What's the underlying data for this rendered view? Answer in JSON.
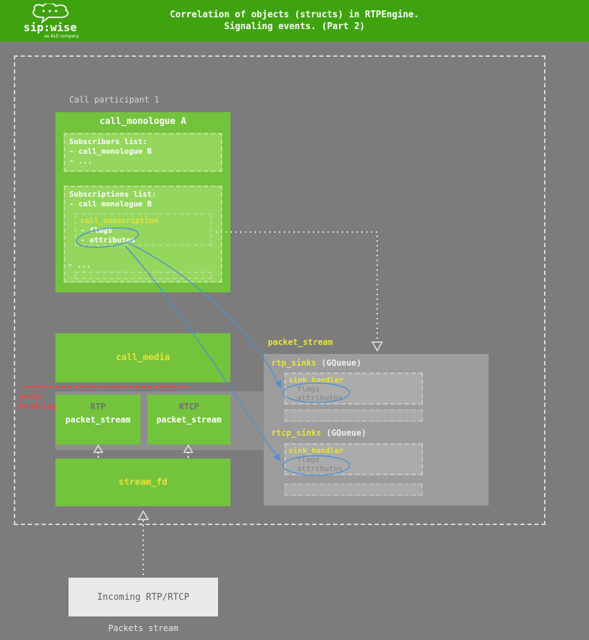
{
  "header": {
    "title_line1": "Correlation of objects (structs) in RTPEngine.",
    "title_line2": "Signaling events. (Part 2)",
    "logo": {
      "brand": "sip:wise",
      "tagline": "an ALE company"
    }
  },
  "participant_label": "Call participant 1",
  "monologue": {
    "title": "call_monologue A",
    "subscribers_title": "Subscribers list:",
    "subscribers_items": [
      "- call_monologue B",
      "- ..."
    ],
    "subscriptions_title": "Subscriptions list:",
    "subscriptions_item": "- call monologue B",
    "subscription": {
      "title": "call_subscription",
      "fields": [
        "- flags",
        "- attributes"
      ]
    },
    "more": "- ..."
  },
  "call_media_label": "call_media",
  "media_handling": {
    "line1": "media",
    "line2": "handling"
  },
  "streams": {
    "rtp_proto": "RTP",
    "rtcp_proto": "RTCP",
    "packet_stream_label": "packet_stream",
    "stream_fd_label": "stream_fd"
  },
  "incoming_label": "Incoming RTP/RTCP",
  "packets_stream_label": "Packets stream",
  "panel": {
    "label": "packet_stream",
    "rtp_sinks": "rtp_sinks",
    "rtcp_sinks": "rtcp_sinks",
    "gqueue": "(GQueue)",
    "sink_handler": {
      "title": "sink_handler",
      "fields": [
        "flags",
        "attributes"
      ]
    }
  },
  "colors": {
    "header_green": "#3fa30f",
    "box_green": "#74c33c",
    "inner_green": "#95d65f",
    "accent_yellow": "#e6e33b",
    "accent_red": "#e14a4a",
    "accent_blue": "#4d8fd6",
    "background_gray": "#7c7c7c",
    "panel_gray": "#9c9c9c"
  }
}
